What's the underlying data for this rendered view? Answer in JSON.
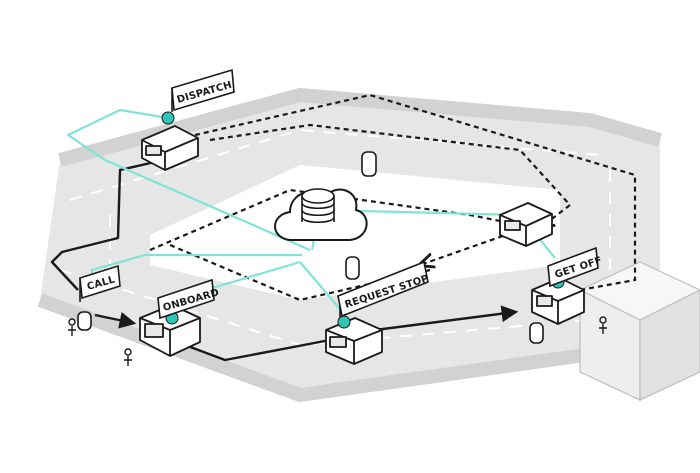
{
  "labels": {
    "dispatch": "DISPATCH",
    "call": "CALL",
    "onboard": "ONBOARD",
    "request_stop": "REQUEST STOP",
    "get_off": "GET OFF"
  },
  "colors": {
    "road": "#dcdcdc",
    "road_dark": "#cfcfcf",
    "lane_marking": "#ffffff",
    "route_line": "#1a1a1a",
    "signal_line": "#7fe3d6",
    "accent": "#2ec4b6",
    "vehicle_body": "#ffffff",
    "vehicle_outline": "#1a1a1a",
    "building": "#f2f2f2"
  },
  "icons": [
    "cloud-server-icon",
    "shuttle-vehicle-icon",
    "person-icon",
    "bollard-icon",
    "building-icon"
  ]
}
